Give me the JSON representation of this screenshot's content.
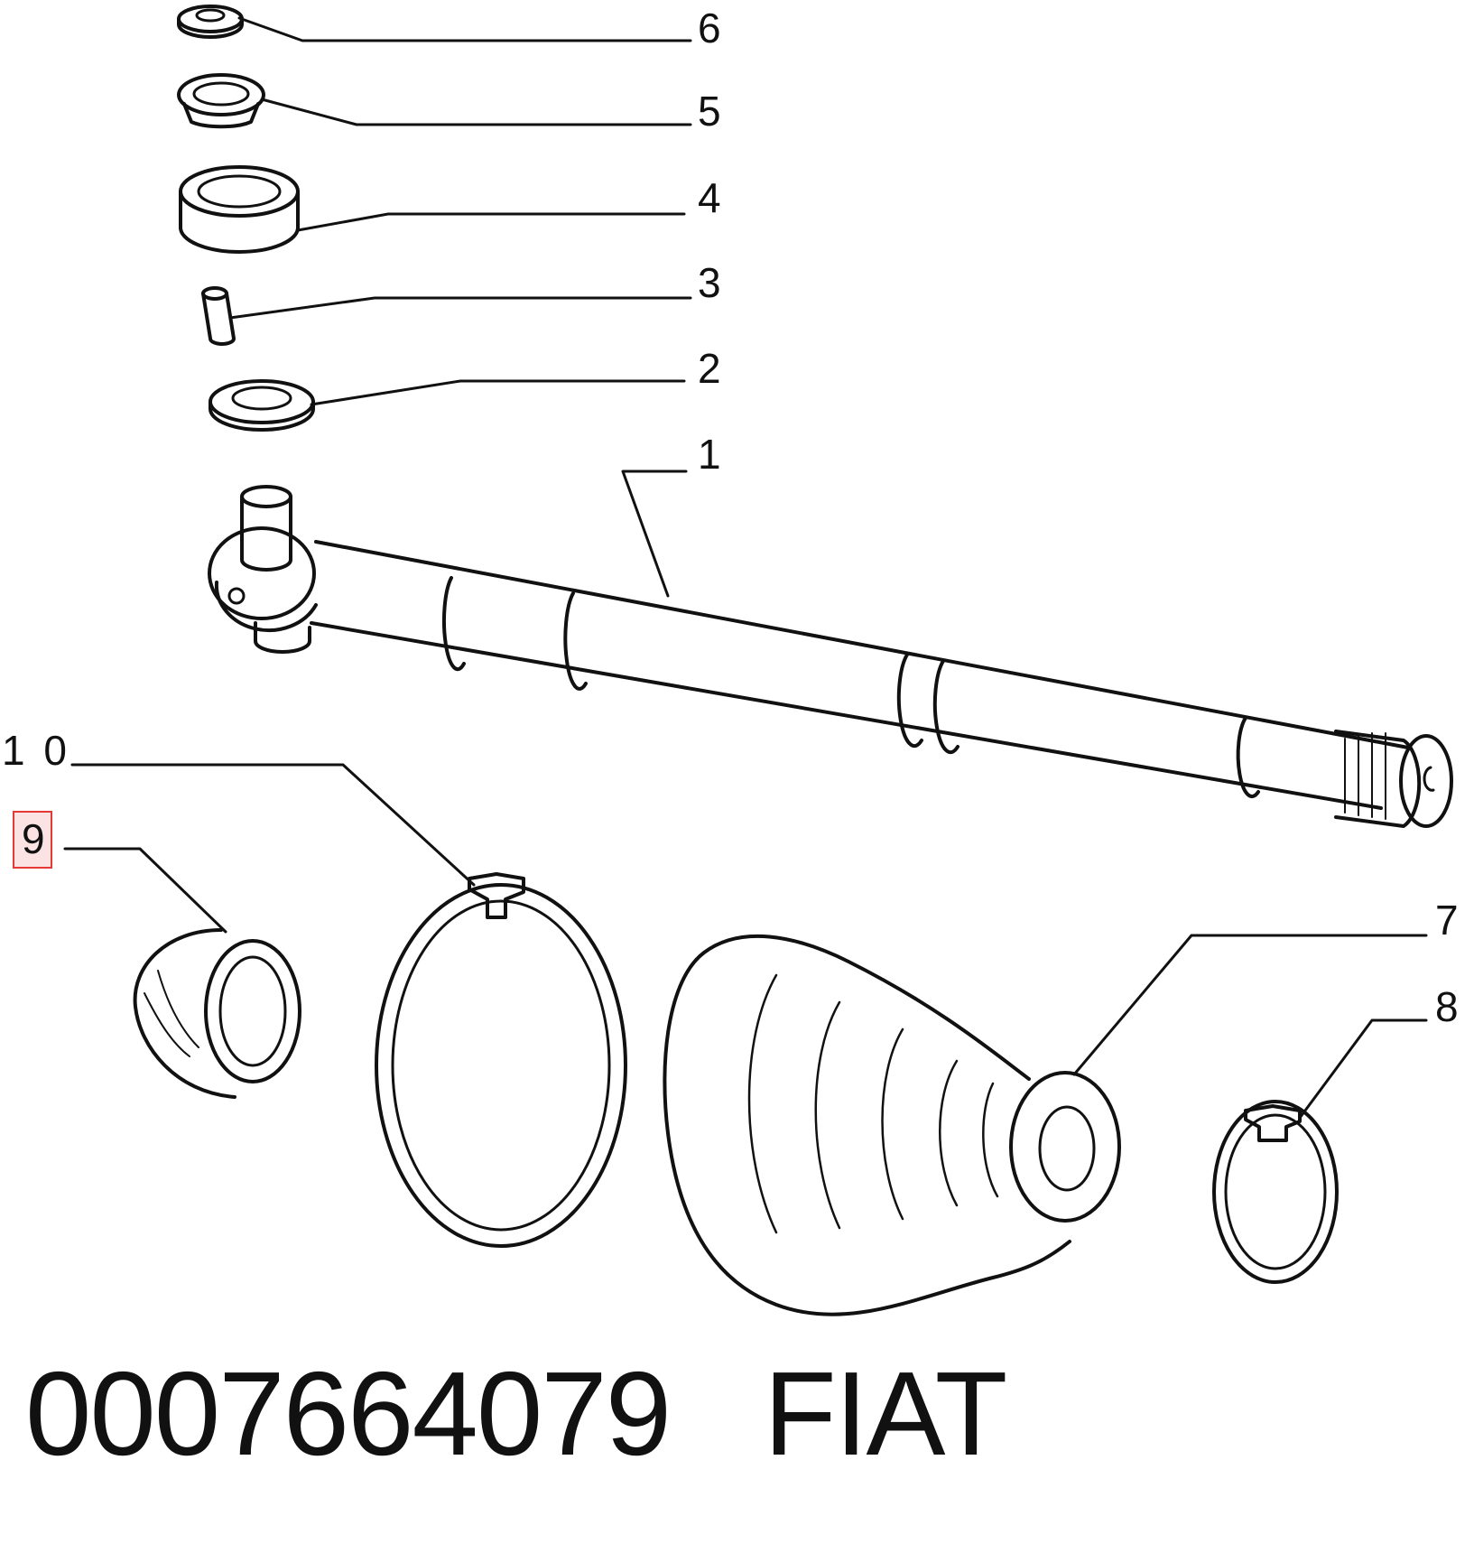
{
  "callouts": {
    "c1": "1",
    "c2": "2",
    "c3": "3",
    "c4": "4",
    "c5": "5",
    "c6": "6",
    "c7": "7",
    "c8": "8",
    "c9": "9",
    "c10": "1 0"
  },
  "highlighted_callout": "9",
  "highlight_color": "#e53935",
  "caption": {
    "part_number": "0007664079",
    "brand": "FIAT"
  }
}
